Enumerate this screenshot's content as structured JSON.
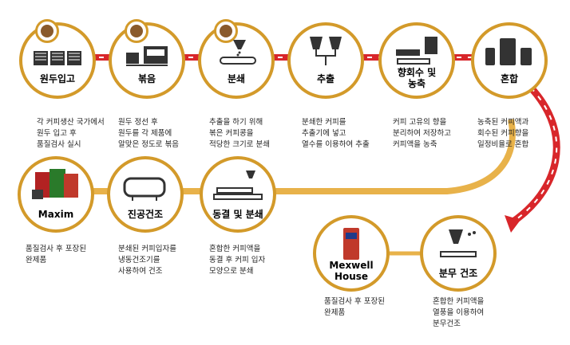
{
  "steps": [
    {
      "id": "bean-receipt",
      "label": "원두입고",
      "lines": [
        "각 커피생산 국가에서",
        "원두 입고 후",
        "품질검사 실시"
      ]
    },
    {
      "id": "roasting",
      "label": "볶음",
      "lines": [
        "원두 정선 후",
        "원두를 각 제품에",
        "알맞은 정도로 볶음"
      ]
    },
    {
      "id": "grinding",
      "label": "분쇄",
      "lines": [
        "추출을 하기 위해",
        "볶은 커피콩을",
        "적당한 크기로 분쇄"
      ]
    },
    {
      "id": "extraction",
      "label": "추출",
      "lines": [
        "분쇄한 커피를",
        "추출기에 넣고",
        "열수를 이용하여 추출"
      ]
    },
    {
      "id": "aroma",
      "label": "향회수 및\n농축",
      "lines": [
        "커피 고유의 향을",
        "분리하여 저장하고",
        "커피액을 농축"
      ]
    },
    {
      "id": "mixing",
      "label": "혼합",
      "lines": [
        "농축된 커피액과",
        "회수된 커피향을",
        "일정비율로 혼합"
      ]
    },
    {
      "id": "maxim",
      "label": "Maxim",
      "lines": [
        "품질검사 후 포장된",
        "완제품"
      ]
    },
    {
      "id": "vacuum-drying",
      "label": "진공건조",
      "lines": [
        "분쇄된 커피입자를",
        "냉동건조기를",
        "사용하여 건조"
      ]
    },
    {
      "id": "freeze-grind",
      "label": "동결 및 분쇄",
      "lines": [
        "혼합한 커피액을",
        "동결 후 커피 입자",
        "모양으로 분쇄"
      ]
    },
    {
      "id": "maxwell",
      "label": "Mexwell\nHouse",
      "lines": [
        "품질검사 후 포장된",
        "완제품"
      ]
    },
    {
      "id": "spray-drying",
      "label": "분무 건조",
      "lines": [
        "혼합한 커피액을",
        "열풍을 이용하여",
        "분무건조"
      ]
    }
  ],
  "colors": {
    "ring": "#d39a2a",
    "red": "#d8262a",
    "brown": "#8a5a2b"
  }
}
